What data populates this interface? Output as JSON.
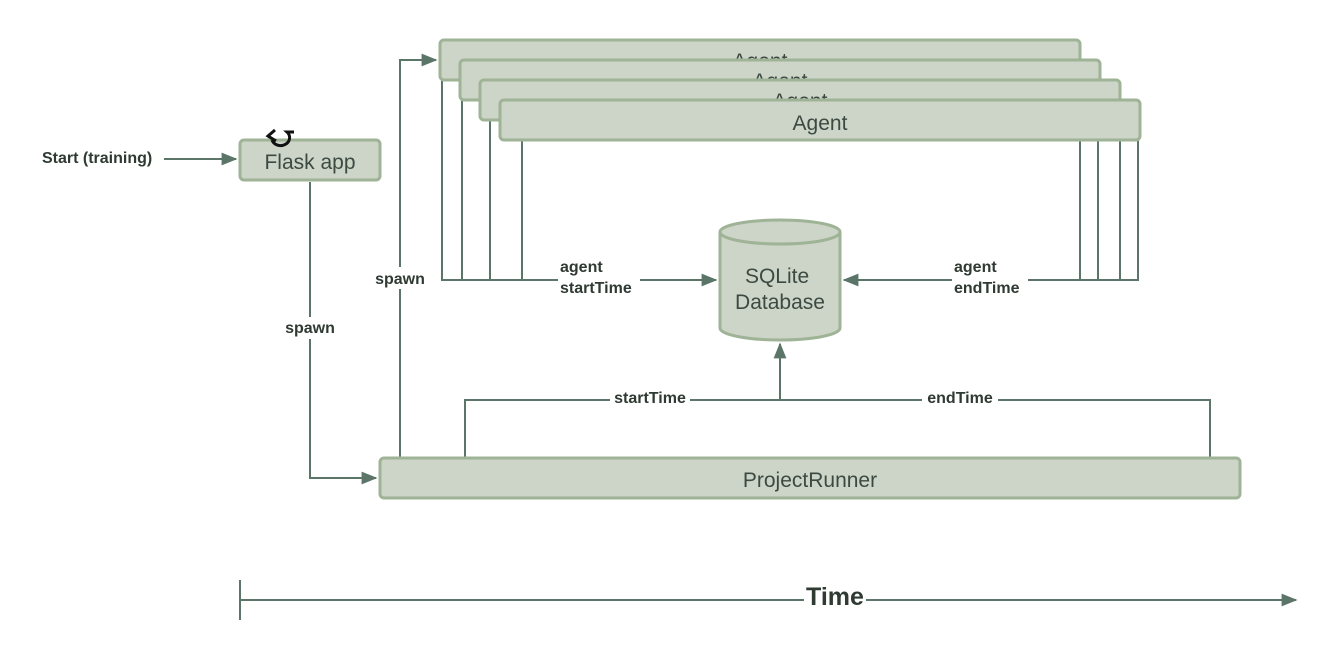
{
  "start_label": "Start (training)",
  "flask": {
    "label": "Flask app",
    "icon": "loop-icon"
  },
  "spawn_left": "spawn",
  "spawn_right": "spawn",
  "agents": [
    "Agent",
    "Agent",
    "Agent",
    "Agent"
  ],
  "database": {
    "line1": "SQLite",
    "line2": "Database"
  },
  "agent_start": {
    "line1": "agent",
    "line2": "startTime"
  },
  "agent_end": {
    "line1": "agent",
    "line2": "endTime"
  },
  "runner_start": "startTime",
  "runner_end": "endTime",
  "runner": {
    "label": "ProjectRunner"
  },
  "time_label": "Time",
  "colors": {
    "box_fill": "#cdd5c8",
    "box_stroke": "#9fb396",
    "line": "#5b7568"
  }
}
